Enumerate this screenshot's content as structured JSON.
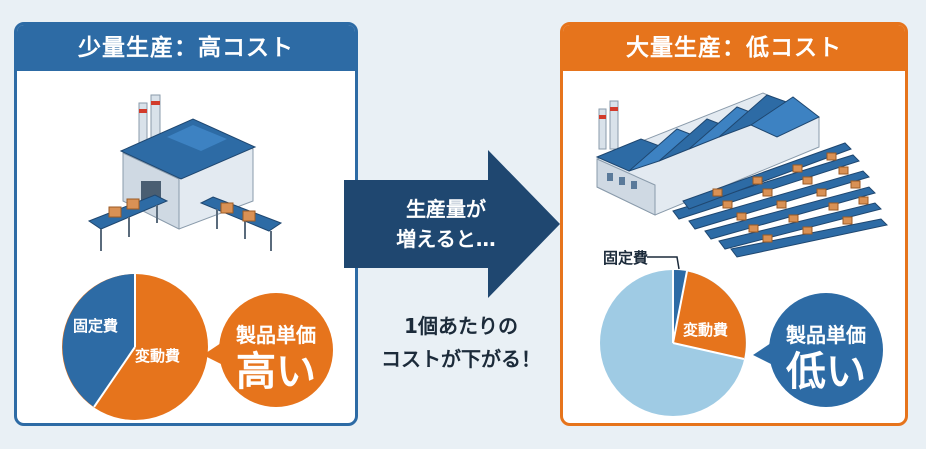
{
  "left_panel": {
    "title": "少量生産：高コスト",
    "pie": {
      "fixed_label": "固定費",
      "variable_label": "変動費"
    },
    "badge": {
      "top": "製品単価",
      "main": "高い"
    }
  },
  "arrow": {
    "line1": "生産量が",
    "line2": "増えると…"
  },
  "caption": {
    "line1": "1個あたりの",
    "line2": "コストが下がる！"
  },
  "right_panel": {
    "title": "大量生産：低コスト",
    "pie": {
      "fixed_label": "固定費",
      "variable_label": "変動費"
    },
    "badge": {
      "top": "製品単価",
      "main": "低い"
    }
  },
  "colors": {
    "blue": "#2d6ba5",
    "orange": "#e6741c",
    "navy": "#1f4770",
    "light_blue": "#9fcbe4"
  }
}
